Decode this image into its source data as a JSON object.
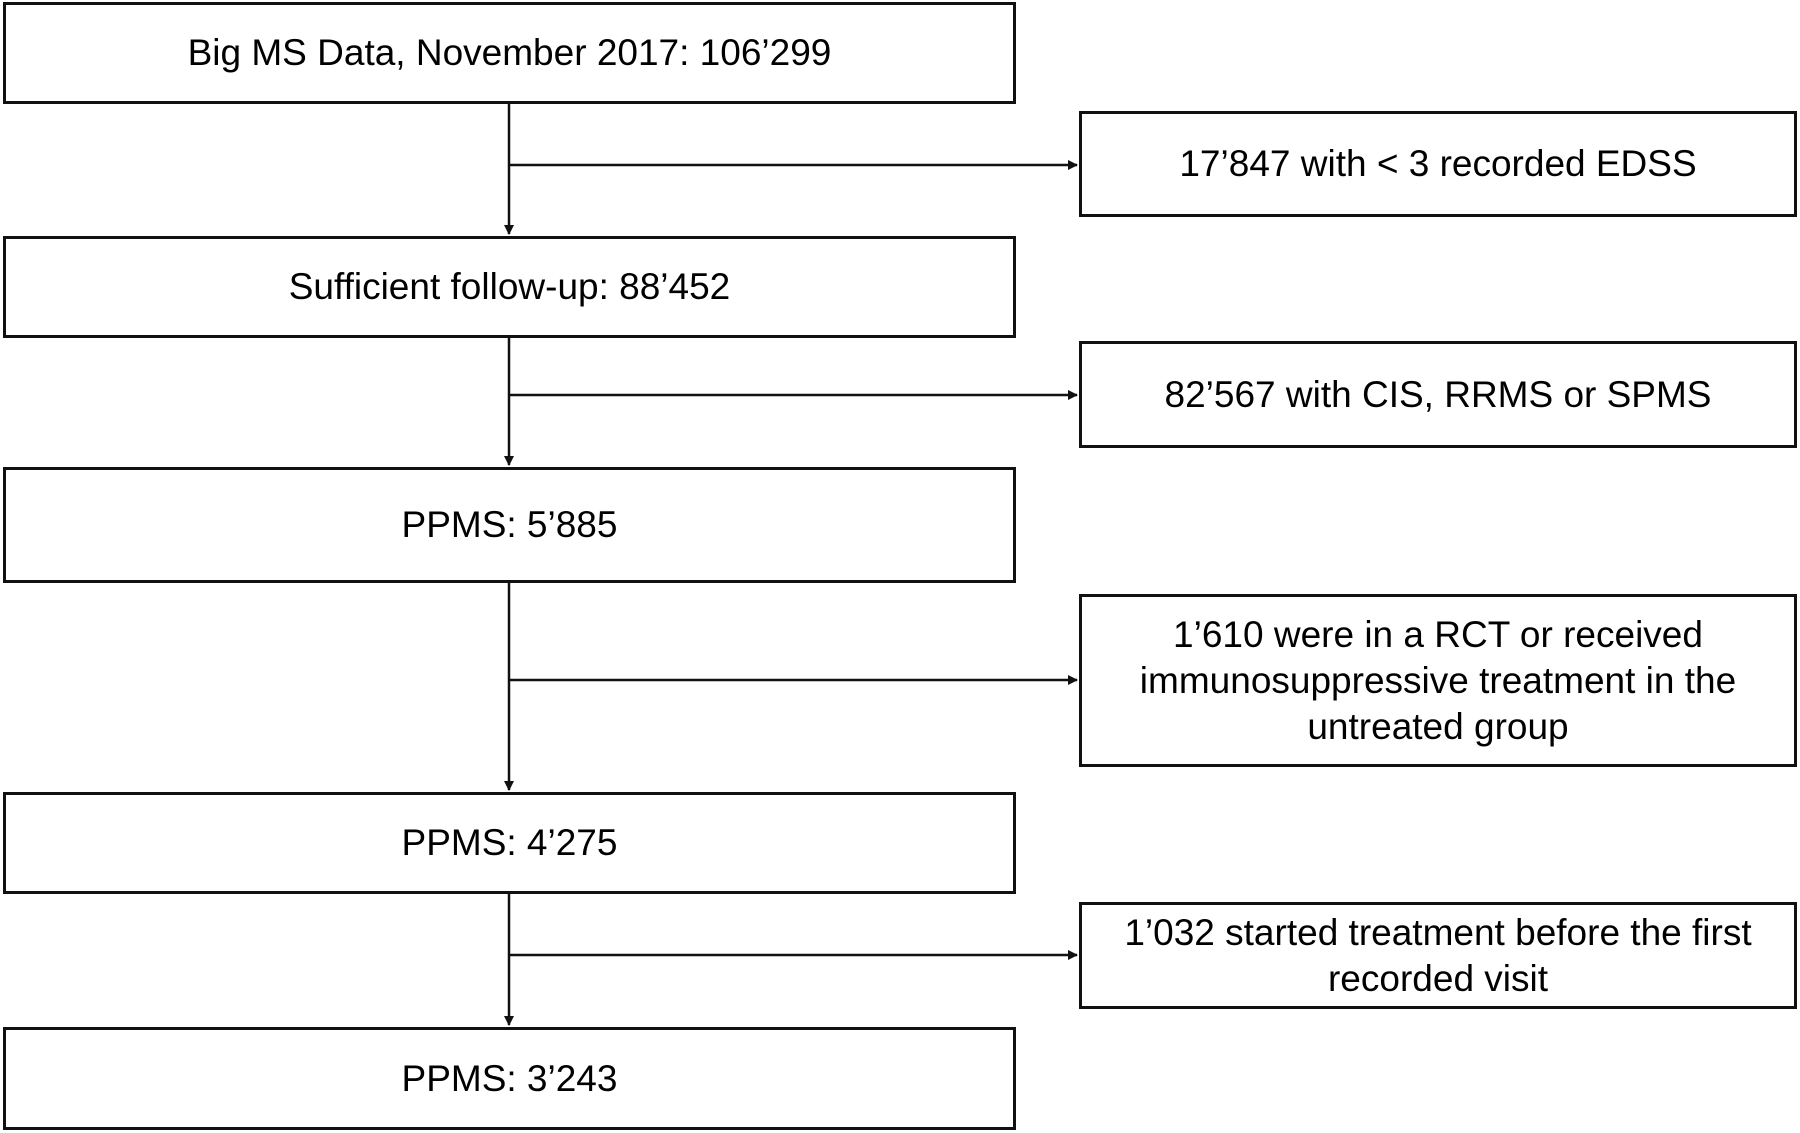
{
  "flowchart": {
    "main_steps": [
      {
        "label": "Big MS Data, November 2017: 106’299"
      },
      {
        "label": "Sufficient follow-up: 88’452"
      },
      {
        "label": "PPMS: 5’885"
      },
      {
        "label": "PPMS: 4’275"
      },
      {
        "label": "PPMS: 3’243"
      }
    ],
    "exclusions": [
      {
        "label": "17’847 with < 3 recorded EDSS"
      },
      {
        "label": "82’567 with CIS, RRMS or SPMS"
      },
      {
        "label": "1’610 were in a RCT or received immunosuppressive treatment in the untreated group"
      },
      {
        "label": "1’032 started treatment before the first recorded visit"
      }
    ]
  },
  "colors": {
    "line": "#111111",
    "background": "#ffffff"
  }
}
